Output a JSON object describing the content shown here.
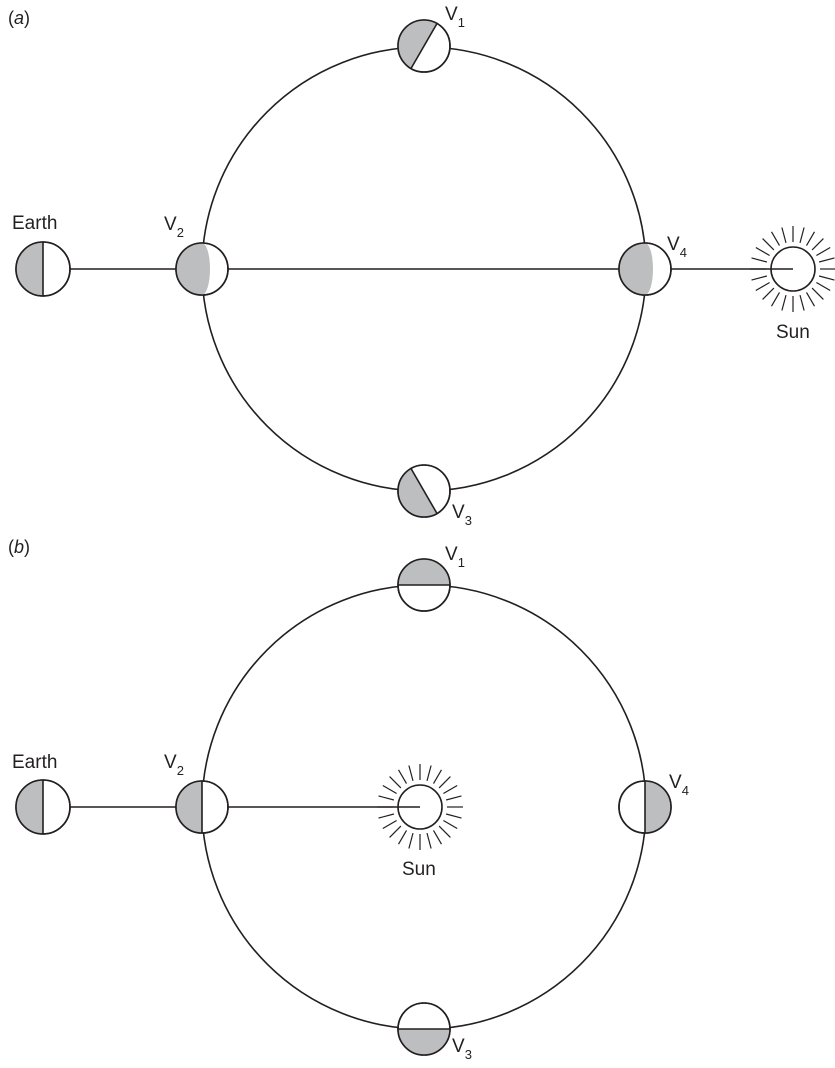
{
  "colors": {
    "ink": "#231f20",
    "shade": "#bcbec0",
    "background": "#ffffff"
  },
  "panels": [
    {
      "label_open": "(",
      "label_letter": "a",
      "label_close": ")",
      "earth_label": "Earth",
      "sun_label": "Sun",
      "venus": [
        {
          "base": "V",
          "sub": "1"
        },
        {
          "base": "V",
          "sub": "2"
        },
        {
          "base": "V",
          "sub": "3"
        },
        {
          "base": "V",
          "sub": "4"
        }
      ]
    },
    {
      "label_open": "(",
      "label_letter": "b",
      "label_close": ")",
      "earth_label": "Earth",
      "sun_label": "Sun",
      "venus": [
        {
          "base": "V",
          "sub": "1"
        },
        {
          "base": "V",
          "sub": "2"
        },
        {
          "base": "V",
          "sub": "3"
        },
        {
          "base": "V",
          "sub": "4"
        }
      ]
    }
  ]
}
